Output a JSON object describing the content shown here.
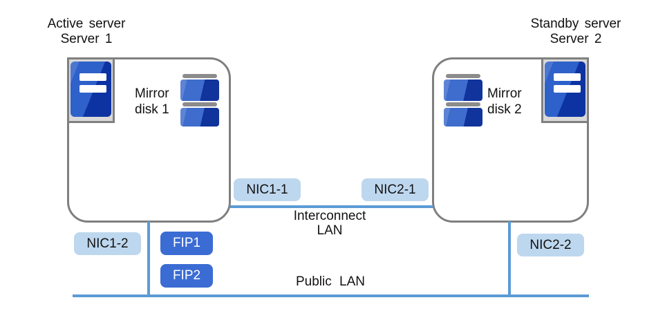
{
  "title_labels": {
    "server1_role": "Active server",
    "server1_name": "Server 1",
    "server2_role": "Standby server",
    "server2_name": "Server 2"
  },
  "disk_labels": {
    "disk1_line1": "Mirror",
    "disk1_line2": "disk 1",
    "disk2_line1": "Mirror",
    "disk2_line2": "disk 2"
  },
  "nic_badges": {
    "nic1_1": "NIC1-1",
    "nic2_1": "NIC2-1",
    "nic1_2": "NIC1-2",
    "nic2_2": "NIC2-2"
  },
  "fip_badges": {
    "fip1": "FIP1",
    "fip2": "FIP2"
  },
  "network_labels": {
    "interconnect_line1": "Interconnect",
    "interconnect_line2": "LAN",
    "public_lan": "Public LAN"
  },
  "icons": {
    "server1": "server-icon",
    "server2": "server-icon",
    "disk1": "mirror-disk-icon",
    "disk2": "mirror-disk-icon"
  },
  "colors": {
    "nic_badge_blue": "#BDD7EE",
    "fip_badge_blue": "#3B6CD4",
    "lan_line_blue": "#5B9BD5",
    "box_border_gray": "#7F7F7F",
    "icon_frame_gray": "#D9D9D9",
    "icon_blue_light": "#2E61C9",
    "icon_blue_dark": "#0D33A2",
    "disk_lid_gray": "#8C8C8C"
  }
}
